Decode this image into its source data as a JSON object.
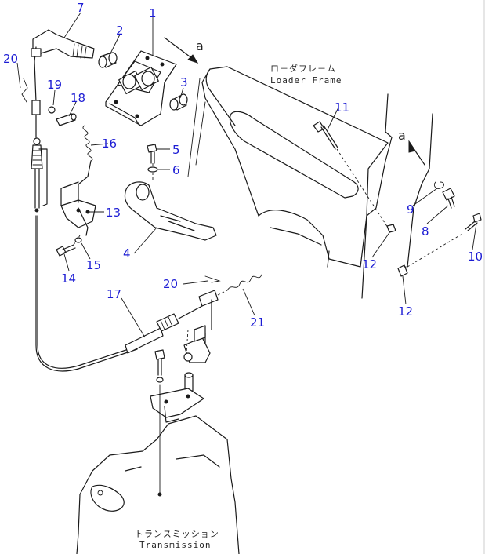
{
  "labels": {
    "loader_frame_jp": "ロ－ダフレ－ム",
    "loader_frame_en": "Loader Frame",
    "transmission_jp": "トランスミッション",
    "transmission_en": "Transmission",
    "arrow_mark_top": "a",
    "arrow_mark_right": "a"
  },
  "callouts": [
    "1",
    "2",
    "3",
    "4",
    "5",
    "6",
    "7",
    "8",
    "9",
    "10",
    "11",
    "12",
    "12",
    "13",
    "14",
    "15",
    "16",
    "17",
    "18",
    "19",
    "20",
    "20",
    "21"
  ],
  "colors": {
    "callout": "#1c1cd4",
    "line": "#1a1a1a",
    "background": "#ffffff"
  }
}
